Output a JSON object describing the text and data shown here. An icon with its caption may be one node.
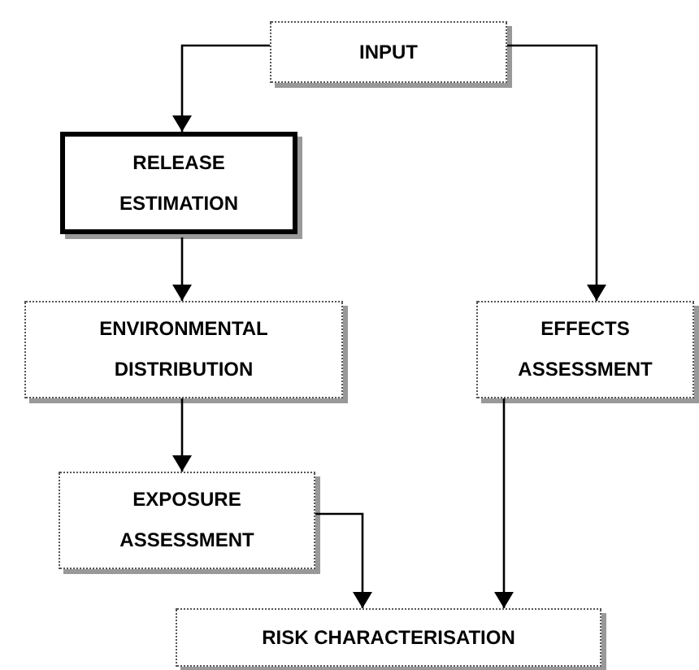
{
  "diagram": {
    "nodes": [
      {
        "text": [
          "INPUT"
        ]
      },
      {
        "text": [
          "RELEASE ESTIMATION"
        ]
      },
      {
        "text": [
          "ENVIRONMENTAL DISTRIBUTION"
        ]
      },
      {
        "text": [
          "EFFECTS ASSESSMENT"
        ]
      },
      {
        "text": [
          "EXPOSURE ASSESSMENT"
        ]
      },
      {
        "text": [
          "RISK CHARACTERISATION"
        ]
      }
    ],
    "edges": [
      {
        "from": 0,
        "to": 1,
        "arrow": "to"
      },
      {
        "from": 0,
        "to": 3,
        "arrow": "to"
      },
      {
        "from": 1,
        "to": 2,
        "arrow": "to"
      },
      {
        "from": 2,
        "to": 4,
        "arrow": "to"
      },
      {
        "from": 4,
        "to": 5,
        "arrow": "to"
      },
      {
        "from": 3,
        "to": 5,
        "arrow": "to"
      }
    ],
    "labels": []
  }
}
